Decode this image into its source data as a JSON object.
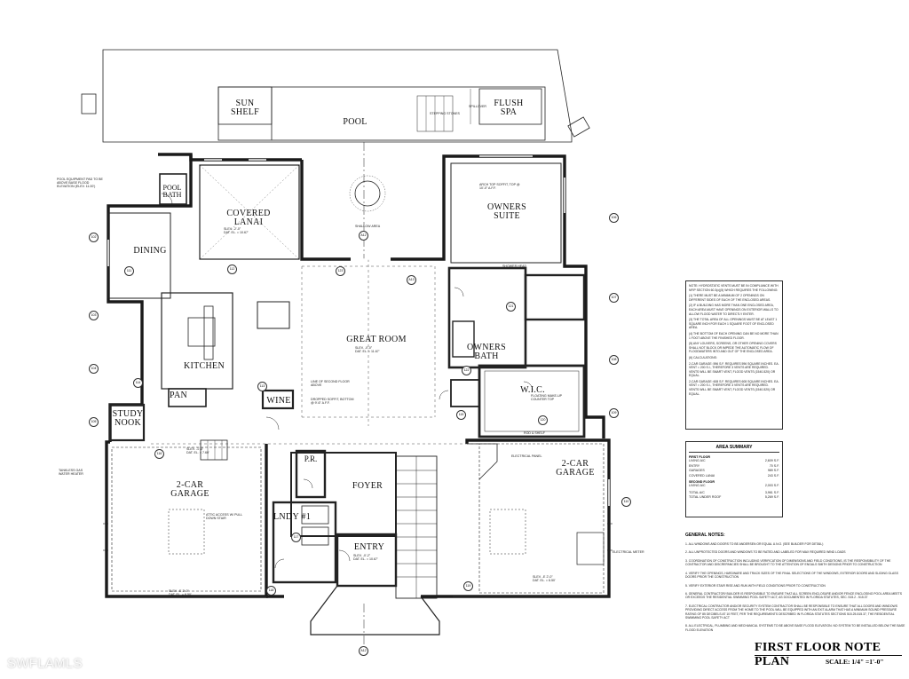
{
  "plan": {
    "title": "FIRST FLOOR NOTE PLAN",
    "scale": "SCALE: 1/4\" =1'-0\"",
    "watermark": "SWFLAMLS"
  },
  "rooms": {
    "sun_shelf": "SUN\nSHELF",
    "pool": "POOL",
    "flush_spa": "FLUSH\nSPA",
    "pool_bath": "POOL\nBATH",
    "covered_lanai": "COVERED\nLANAI",
    "dining": "DINING",
    "owners_suite": "OWNERS\nSUITE",
    "great_room": "GREAT ROOM",
    "kitchen": "KITCHEN",
    "owners_bath": "OWNERS\nBATH",
    "pan": "PAN",
    "wine": "WINE",
    "wic": "W.I.C.",
    "study_nook": "STUDY\nNOOK",
    "garage_left": "2-CAR\nGARAGE",
    "garage_right": "2-CAR\nGARAGE",
    "foyer": "FOYER",
    "pr": "P.R.",
    "lndy": "LNDY #1",
    "entry": "ENTRY"
  },
  "small_notes": {
    "lanai_elev": "SLEV. -2'-0\"\nDAT. EL. = 10.67'",
    "great_elev": "SLEV. -0'-0\"\nDAT. EL. = 11.67'",
    "garage_left_elev": "SLEV. -1'-6\"\nDAT. EL. = 7.60'",
    "garage_left_bot": "SLEV. -E 2'-0\"\nDAT. EL. = 6.50'",
    "garage_right_bot": "SLEV. -E 2'-0\"\nDAT. EL. = 6.50'",
    "entry_elev": "SLEV. -0'-2\"\nDAT. EL. = 10.67'",
    "shallow_area": "SHALLOW AREA",
    "stepping_stones": "STEPPING STONES",
    "spillover": "SPILLOVER",
    "owners_arch": "ARCH TOP SOFFIT, TOP @\n10'-0\" A.F.F.",
    "shower_head": "SHOWER HEAD",
    "floating_makeup": "FLOATING MAKE-UP\nCOUNTER TOP",
    "wine_closet": "DROPPED SOFFIT, BOTTOM\n@ 9'-6\" A.F.F.",
    "attic_access": "ATTIC ACCESS W/ PULL\nDOWN STAIR",
    "gas_water": "TANKLESS GAS\nWATER HEATER",
    "electrical_panel": "ELECTRICAL PANEL",
    "electrical_meter": "ELECTRICAL METER",
    "rod_shelf": "ROD & SHELF",
    "pool_equipment": "POOL EQUIPMENT PAD TO BE\nABOVE BASE FLOOD\nELEVATION (ELEV. 11.00')",
    "great_room_note": "LINE OF SECOND FLOOR\nABOVE"
  },
  "hydrostatic_notes": [
    "NOTE: HYDROSTATIC VENTS MUST BE IN COMPLIANCE WITH NFIP SECTION 60.3(c)(5) WHICH REQUIRES THE FOLLOWING:",
    "(1) THERE MUST BE A MINIMUM OF 2 OPENINGS ON DIFFERENT SIDES OF EACH OF THE ENCLOSED AREAS.",
    "(2) IF A BUILDING HAS MORE THAN ONE ENCLOSED AREA, EACH AREA MUST HAVE OPENINGS ON EXTERIOR WALLS TO ALLOW FLOOD WATER TO DIRECTLY ENTER.",
    "(3) THE TOTAL AREA OF ALL OPENINGS MUST BE AT LEAST 1 SQUARE INCH FOR EACH 1 SQUARE FOOT OF ENCLOSED AREA.",
    "(4) THE BOTTOM OF EACH OPENING CAN BE NO MORE THAN 1 FOOT ABOVE THE FINISHED FLOOR.",
    "(5) ANY LOUVERS, SCREENS, OR OTHER OPENING COVERS SHALL NOT BLOCK OR IMPEDE THE AUTOMATIC FLOW OF FLOODWATERS INTO AND OUT OF THE ENCLOSED AREA.",
    "(6) CALCULATIONS:",
    "2-CAR GARAGE: 596 S.F. REQUIRES 596 SQUARE INCHES. EA. VENT = 200 S.I., THEREFORE 3 VENTS ARE REQUIRED. VENTS WILL BE SMART VENT, FLOOD VENTS (1540-520) OR EQUAL.",
    "2-CAR GARAGE: 608 S.F. REQUIRES 608 SQUARE INCHES. EA. VENT = 200 S.I., THEREFORE 3 VENTS ARE REQUIRED. VENTS WILL BE SMART VENT, FLOOD VENTS (1540-520) OR EQUAL."
  ],
  "area_summary": {
    "title": "AREA SUMMARY",
    "first_floor_label": "FIRST FLOOR",
    "first_floor": [
      {
        "label": "LIVING A/C",
        "value": "2,609 S.F."
      },
      {
        "label": "ENTRY",
        "value": "70 S.F."
      },
      {
        "label": "GARAGES",
        "value": "989 S.F."
      },
      {
        "label": "COVERED LANAI",
        "value": "243 S.F."
      }
    ],
    "second_floor_label": "SECOND FLOOR",
    "second_floor": [
      {
        "label": "LIVING A/C",
        "value": "2,003 S.F."
      }
    ],
    "totals": [
      {
        "label": "TOTAL A/C",
        "value": "3,961 S.F."
      },
      {
        "label": "TOTAL UNDER ROOF",
        "value": "5,269 S.F."
      }
    ]
  },
  "general_notes": {
    "title": "GENERAL NOTES:",
    "items": [
      "1. ALL WINDOWS AND DOORS TO BE ANDERSEN OR EQUAL U.N.O. (SEE BUILDER FOR DETAIL)",
      "2. ALL UNPROTECTED DOORS AND WINDOWS TO BE RATED AND LABELED FOR MAX REQUIRED WIND LOADS",
      "3. COORDINATION OF CONSTRUCTION INCLUDING VERIFICATION OF DIMENSIONS AND FIELD CONDITIONS, IS THE RESPONSIBILITY OF THE CONTRACTOR AND DISCREPANCIES SHALL BE BROUGHT TO THE ATTENTION OF ENGALS SMITH DESIGNS PRIOR TO CONSTRUCTION",
      "4. VERIFY THE OPENINGS, HARDWARE AND TRACK SIZES OF THE FINAL SELECTIONS OF THE WINDOWS, EXTERIOR DOORS AND SLIDING GLASS DOORS PRIOR THE CONSTRUCTION",
      "5. VERIFY EXTERIOR STAIR RISE AND RUN WITH FIELD CONDITIONS PRIOR TO CONSTRUCTION",
      "6. GENERAL CONTRACTOR/ BUILDER IS RESPONSIBLE TO ENSURE THAT ALL SCREEN ENCLOSURE AND/OR FENCE ENCLOSING POOL AREA MEETS OR EXCEEDS THE RESIDENTIAL SWIMMING POOL SAFETY ACT, AS DOCUMENTED IN FLORIDA STATUTES, SEC. 515.2 - 515.37",
      "7. ELECTRICAL CONTRACTOR AND/OR SECURITY SYSTEM CONTRACTOR SHALL BE RESPONSIBLE TO ENSURE THAT ALL DOORS AND WINDOWS PROVIDING DIRECT ACCESS FROM THE HOME TO THE POOL WILL BE EQUIPPED WITH AN EXIT ALARM THAT HAS A MINIMUM SOUND PRESSURE RATING OF 85 DECIBELS AT 10 FEET, PER THE REQUIREMENTS DESCRIBED IN FLORIDA STATUTES SECTIONS 515.25-515.37, THE RESIDENTIAL SWIMMING POOL SAFETY ACT",
      "8. ALL ELECTRICAL, PLUMBING AND MECHANICAL SYSTEMS TO BE ABOVE BASE FLOOD ELEVATION. NO SYSTEM TO BE INSTALLED BELOW THE BASE FLOOD ELEVATION"
    ]
  },
  "tags": [
    "A12",
    "A12",
    "A13",
    "102",
    "103",
    "104",
    "105",
    "106",
    "107",
    "108",
    "109",
    "110",
    "111",
    "112",
    "113",
    "114",
    "115",
    "116",
    "117",
    "118",
    "119",
    "120",
    "121",
    "122",
    "123"
  ]
}
